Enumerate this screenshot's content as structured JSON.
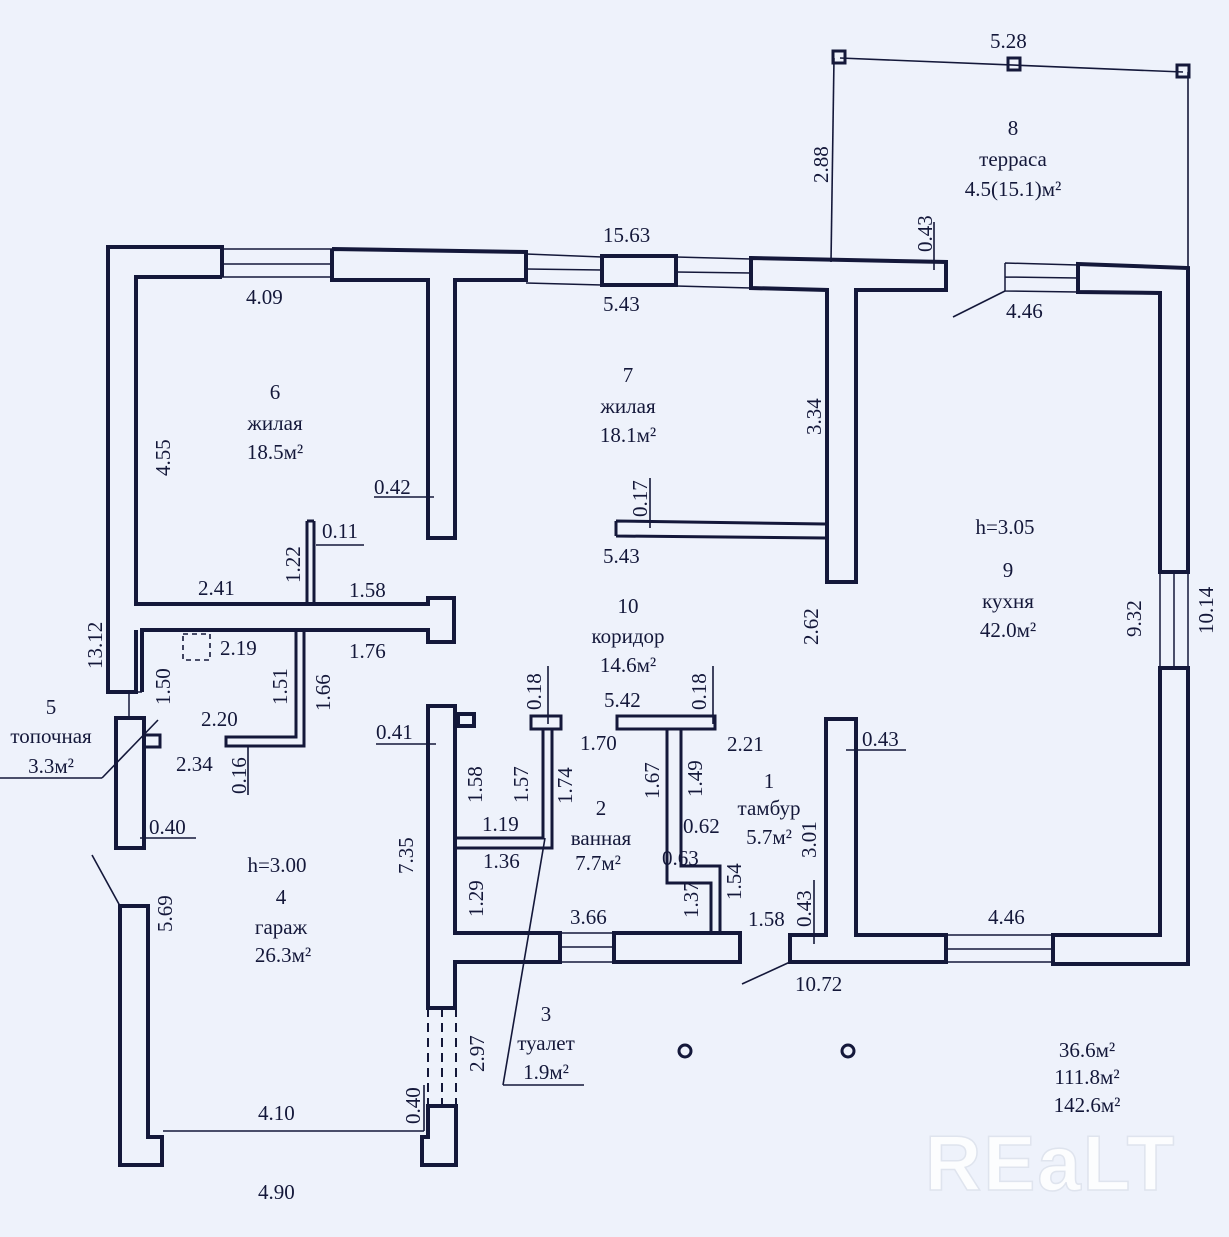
{
  "colors": {
    "background": "#eef2fb",
    "ink": "#14183a"
  },
  "rooms": [
    {
      "number": "1",
      "name": "тамбур",
      "area": "5.7м²"
    },
    {
      "number": "2",
      "name": "ванная",
      "area": "7.7м²"
    },
    {
      "number": "3",
      "name": "туалет",
      "area": "1.9м²"
    },
    {
      "number": "4",
      "name": "гараж",
      "area": "26.3м²",
      "height": "h=3.00"
    },
    {
      "number": "5",
      "name": "топочная",
      "area": "3.3м²"
    },
    {
      "number": "6",
      "name": "жилая",
      "area": "18.5м²"
    },
    {
      "number": "7",
      "name": "жилая",
      "area": "18.1м²"
    },
    {
      "number": "8",
      "name": "терраса",
      "area": "4.5(15.1)м²"
    },
    {
      "number": "9",
      "name": "кухня",
      "area": "42.0м²",
      "height": "h=3.05"
    },
    {
      "number": "10",
      "name": "коридор",
      "area": "14.6м²"
    }
  ],
  "dimensions": {
    "terrace_width": "5.28",
    "terrace_depth": "2.88",
    "terrace_wall": "0.43",
    "overall_width": "15.63",
    "room6_width": "4.09",
    "room6_depth": "4.55",
    "room6_wall": "0.42",
    "room7_width_top": "5.43",
    "room7_width_bottom": "5.43",
    "room7_depth": "3.34",
    "room7_partition": "0.17",
    "kitchen_top": "4.46",
    "kitchen_depth_inner": "9.32",
    "overall_depth_right": "10.14",
    "overall_depth_left": "13.12",
    "partition_0_11": "0.11",
    "len_1_22": "1.22",
    "len_2_41": "2.41",
    "len_1_58_a": "1.58",
    "len_2_19": "2.19",
    "len_1_76": "1.76",
    "len_1_50": "1.50",
    "len_1_51": "1.51",
    "len_1_66": "1.66",
    "len_2_20": "2.20",
    "len_2_34": "2.34",
    "len_0_16": "0.16",
    "len_0_40_a": "0.40",
    "len_2_62": "2.62",
    "len_0_41": "0.41",
    "len_0_18_a": "0.18",
    "len_0_18_b": "0.18",
    "len_5_42": "5.42",
    "len_1_70": "1.70",
    "len_2_21": "2.21",
    "len_1_58_b": "1.58",
    "len_1_57": "1.57",
    "len_1_74": "1.74",
    "len_1_19": "1.19",
    "len_1_36": "1.36",
    "len_1_29": "1.29",
    "len_7_35": "7.35",
    "len_1_67": "1.67",
    "len_1_49": "1.49",
    "len_0_62": "0.62",
    "len_0_63": "0.63",
    "len_1_37": "1.37",
    "len_1_54": "1.54",
    "len_3_66": "3.66",
    "len_1_58_c": "1.58",
    "len_0_43_b": "0.43",
    "len_0_43_c": "0.43",
    "len_3_01": "3.01",
    "kitchen_bottom": "4.46",
    "overall_bottom": "10.72",
    "garage_depth": "5.69",
    "garage_door": "2.97",
    "garage_wall": "0.40",
    "garage_inner": "4.10",
    "garage_outer": "4.90"
  },
  "totals": [
    "36.6м²",
    "111.8м²",
    "142.6м²"
  ],
  "watermark": "REaLT"
}
